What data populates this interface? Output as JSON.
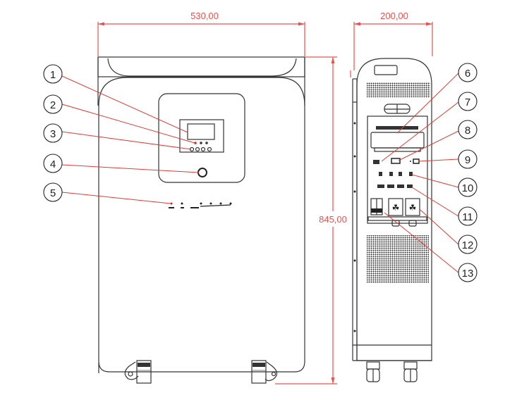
{
  "title": "Energy storage unit dimensional drawing",
  "dimensions": {
    "width": "530,00",
    "depth": "200,00",
    "height": "845,00"
  },
  "colors": {
    "dimension": "#f0504d",
    "leader": "#e03b36",
    "outline": "#333333"
  },
  "views": {
    "front": "front-view",
    "side": "side-view"
  },
  "callouts": [
    {
      "num": "1",
      "view": "front",
      "target": "lcd-display"
    },
    {
      "num": "2",
      "view": "front",
      "target": "indicator-leds"
    },
    {
      "num": "3",
      "view": "front",
      "target": "function-buttons"
    },
    {
      "num": "4",
      "view": "front",
      "target": "power-button"
    },
    {
      "num": "5",
      "view": "front",
      "target": "status-indicators"
    },
    {
      "num": "6",
      "view": "side",
      "target": "panel-display"
    },
    {
      "num": "7",
      "view": "side",
      "target": "port"
    },
    {
      "num": "8",
      "view": "side",
      "target": "port"
    },
    {
      "num": "9",
      "view": "side",
      "target": "port"
    },
    {
      "num": "10",
      "view": "side",
      "target": "usb-ports"
    },
    {
      "num": "11",
      "view": "side",
      "target": "dc-ports"
    },
    {
      "num": "12",
      "view": "side",
      "target": "ac-outlets"
    },
    {
      "num": "13",
      "view": "side",
      "target": "breaker-switch"
    }
  ]
}
